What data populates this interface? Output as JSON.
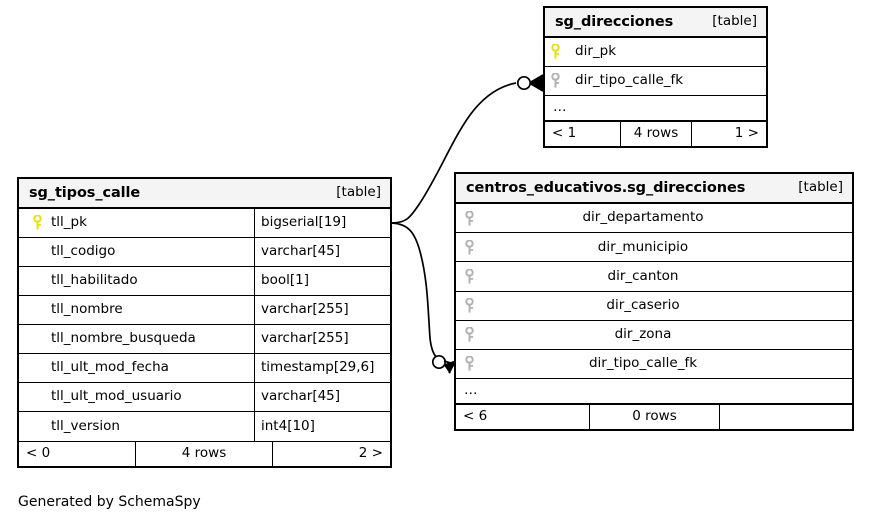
{
  "caption": "Generated by SchemaSpy",
  "labels": {
    "table_kind": "[table]",
    "ellipsis": "…"
  },
  "colors": {
    "primary_key": "#e8e20a",
    "foreign_key": "#b3b3b3",
    "header_background": "#f4f4f4",
    "border": "#000000",
    "page_background": "#ffffff"
  },
  "tables": [
    {
      "id": "sg_direcciones",
      "name": "sg_direcciones",
      "kind": "[table]",
      "columns": [
        {
          "name": "dir_pk",
          "key": "primary",
          "type": ""
        },
        {
          "name": "dir_tipo_calle_fk",
          "key": "foreign",
          "type": ""
        }
      ],
      "has_ellipsis": true,
      "footer": {
        "left": "< 1",
        "middle": "4 rows",
        "right": "1 >"
      }
    },
    {
      "id": "sg_tipos_calle",
      "name": "sg_tipos_calle",
      "kind": "[table]",
      "columns": [
        {
          "name": "tll_pk",
          "key": "primary",
          "type": "bigserial[19]"
        },
        {
          "name": "tll_codigo",
          "key": "none",
          "type": "varchar[45]"
        },
        {
          "name": "tll_habilitado",
          "key": "none",
          "type": "bool[1]"
        },
        {
          "name": "tll_nombre",
          "key": "none",
          "type": "varchar[255]"
        },
        {
          "name": "tll_nombre_busqueda",
          "key": "none",
          "type": "varchar[255]"
        },
        {
          "name": "tll_ult_mod_fecha",
          "key": "none",
          "type": "timestamp[29,6]"
        },
        {
          "name": "tll_ult_mod_usuario",
          "key": "none",
          "type": "varchar[45]"
        },
        {
          "name": "tll_version",
          "key": "none",
          "type": "int4[10]"
        }
      ],
      "has_ellipsis": false,
      "footer": {
        "left": "< 0",
        "middle": "4 rows",
        "right": "2 >"
      }
    },
    {
      "id": "centros_educativos_sg_direcciones",
      "name": "centros_educativos.sg_direcciones",
      "kind": "[table]",
      "columns": [
        {
          "name": "dir_departamento",
          "key": "foreign",
          "type": ""
        },
        {
          "name": "dir_municipio",
          "key": "foreign",
          "type": ""
        },
        {
          "name": "dir_canton",
          "key": "foreign",
          "type": ""
        },
        {
          "name": "dir_caserio",
          "key": "foreign",
          "type": ""
        },
        {
          "name": "dir_zona",
          "key": "foreign",
          "type": ""
        },
        {
          "name": "dir_tipo_calle_fk",
          "key": "foreign",
          "type": ""
        }
      ],
      "has_ellipsis": true,
      "footer": {
        "left": "< 6",
        "middle": "0 rows",
        "right": ""
      }
    }
  ],
  "relationships": [
    {
      "id": "tipos-calle-to-sg-direcciones",
      "from_table": "sg_tipos_calle",
      "from_column": "tll_pk",
      "to_table": "sg_direcciones",
      "to_column": "dir_tipo_calle_fk",
      "cardinality": "zero-or-more"
    },
    {
      "id": "tipos-calle-to-centros-direcciones",
      "from_table": "sg_tipos_calle",
      "from_column": "tll_pk",
      "to_table": "centros_educativos.sg_direcciones",
      "to_column": "dir_tipo_calle_fk",
      "cardinality": "zero-or-more"
    }
  ]
}
